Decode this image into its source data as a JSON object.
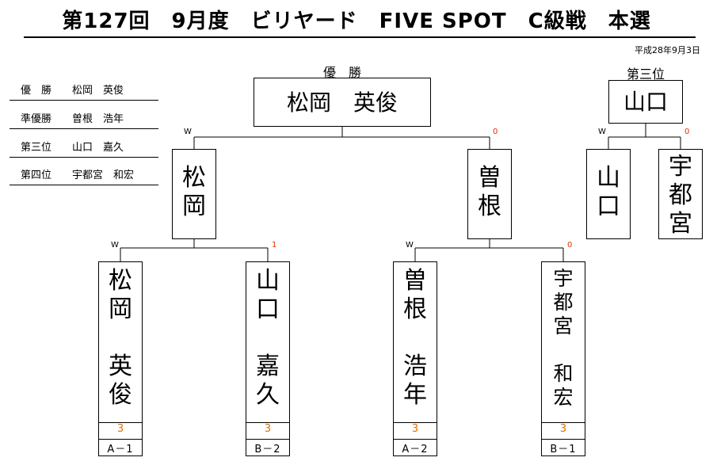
{
  "header": {
    "title": "第127回　9月度　ビリヤード　FIVE SPOT　C級戦　本選",
    "date": "平成28年9月3日"
  },
  "rankings": [
    "優　勝　　松岡　英俊",
    "準優勝　　曽根　浩年",
    "第三位　　山口　嘉久",
    "第四位　　宇都宮　和宏"
  ],
  "final": {
    "label": "優　勝",
    "winner": "松岡　英俊",
    "left_mark": "W",
    "right_mark": "0",
    "left_name": "松\n岡",
    "right_name": "曽\n根"
  },
  "third_place": {
    "label": "第三位",
    "winner": "山口",
    "left_mark": "W",
    "right_mark": "0",
    "left_name": "山\n口",
    "right_name": "宇\n都\n宮"
  },
  "semifinal_left": {
    "left_mark": "W",
    "right_mark": "1"
  },
  "semifinal_right": {
    "left_mark": "W",
    "right_mark": "0"
  },
  "players": [
    {
      "name": "松\n岡\n\n英\n俊",
      "score": "3",
      "seed": "A－1"
    },
    {
      "name": "山\n口\n\n嘉\n久",
      "score": "3",
      "seed": "B－2"
    },
    {
      "name": "曽\n根\n\n浩\n年",
      "score": "3",
      "seed": "A－2"
    },
    {
      "name": "宇\n都\n宮\n\n和\n宏",
      "score": "3",
      "seed": "B－1"
    }
  ]
}
